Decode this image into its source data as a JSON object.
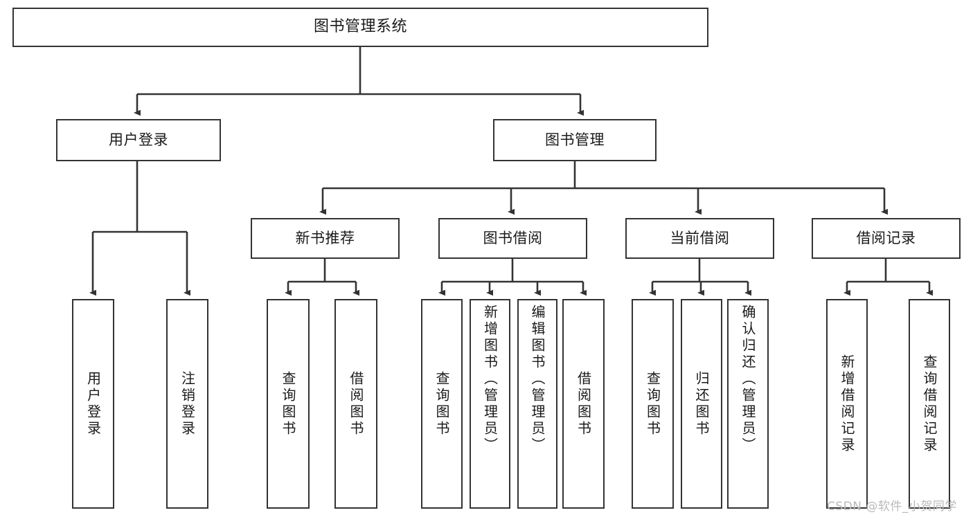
{
  "diagram": {
    "title": "图书管理系统",
    "type": "tree-hierarchy",
    "watermark": "CSDN @软件_小贺同学",
    "colors": {
      "background": "#ffffff",
      "node_border": "#333333",
      "node_fill": "#ffffff",
      "edge": "#333333",
      "text": "#1a1a1a",
      "watermark": "#b9b9b9"
    },
    "levels": {
      "root": "图书管理系统",
      "level2": [
        "用户登录",
        "图书管理"
      ],
      "level3": [
        "新书推荐",
        "图书借阅",
        "当前借阅",
        "借阅记录"
      ]
    },
    "nodes": {
      "root": {
        "label": "图书管理系统"
      },
      "user_login": {
        "label": "用户登录"
      },
      "book_manage": {
        "label": "图书管理"
      },
      "new_book_rec": {
        "label": "新书推荐"
      },
      "book_borrow": {
        "label": "图书借阅"
      },
      "current_borrow": {
        "label": "当前借阅"
      },
      "borrow_record": {
        "label": "借阅记录"
      },
      "leaf_user_login": {
        "label": "用户登录"
      },
      "leaf_logout": {
        "label": "注销登录"
      },
      "leaf_query_book_1": {
        "label": "查询图书"
      },
      "leaf_borrow_book_1": {
        "label": "借阅图书"
      },
      "leaf_query_book_2": {
        "label": "查询图书"
      },
      "leaf_add_book": {
        "label": "新增图书（管理员）"
      },
      "leaf_edit_book": {
        "label": "编辑图书（管理员）"
      },
      "leaf_borrow_book_2": {
        "label": "借阅图书"
      },
      "leaf_query_book_3": {
        "label": "查询图书"
      },
      "leaf_return_book": {
        "label": "归还图书"
      },
      "leaf_confirm_return": {
        "label": "确认归还（管理员）"
      },
      "leaf_add_record": {
        "label": "新增借阅记录"
      },
      "leaf_query_record": {
        "label": "查询借阅记录"
      }
    },
    "edges": [
      {
        "from": "root",
        "to": "user_login"
      },
      {
        "from": "root",
        "to": "book_manage"
      },
      {
        "from": "user_login",
        "to": "leaf_user_login"
      },
      {
        "from": "user_login",
        "to": "leaf_logout"
      },
      {
        "from": "book_manage",
        "to": "new_book_rec"
      },
      {
        "from": "book_manage",
        "to": "book_borrow"
      },
      {
        "from": "book_manage",
        "to": "current_borrow"
      },
      {
        "from": "book_manage",
        "to": "borrow_record"
      },
      {
        "from": "new_book_rec",
        "to": "leaf_query_book_1"
      },
      {
        "from": "new_book_rec",
        "to": "leaf_borrow_book_1"
      },
      {
        "from": "book_borrow",
        "to": "leaf_query_book_2"
      },
      {
        "from": "book_borrow",
        "to": "leaf_add_book"
      },
      {
        "from": "book_borrow",
        "to": "leaf_edit_book"
      },
      {
        "from": "book_borrow",
        "to": "leaf_borrow_book_2"
      },
      {
        "from": "current_borrow",
        "to": "leaf_query_book_3"
      },
      {
        "from": "current_borrow",
        "to": "leaf_return_book"
      },
      {
        "from": "current_borrow",
        "to": "leaf_confirm_return"
      },
      {
        "from": "borrow_record",
        "to": "leaf_add_record"
      },
      {
        "from": "borrow_record",
        "to": "leaf_query_record"
      }
    ]
  }
}
